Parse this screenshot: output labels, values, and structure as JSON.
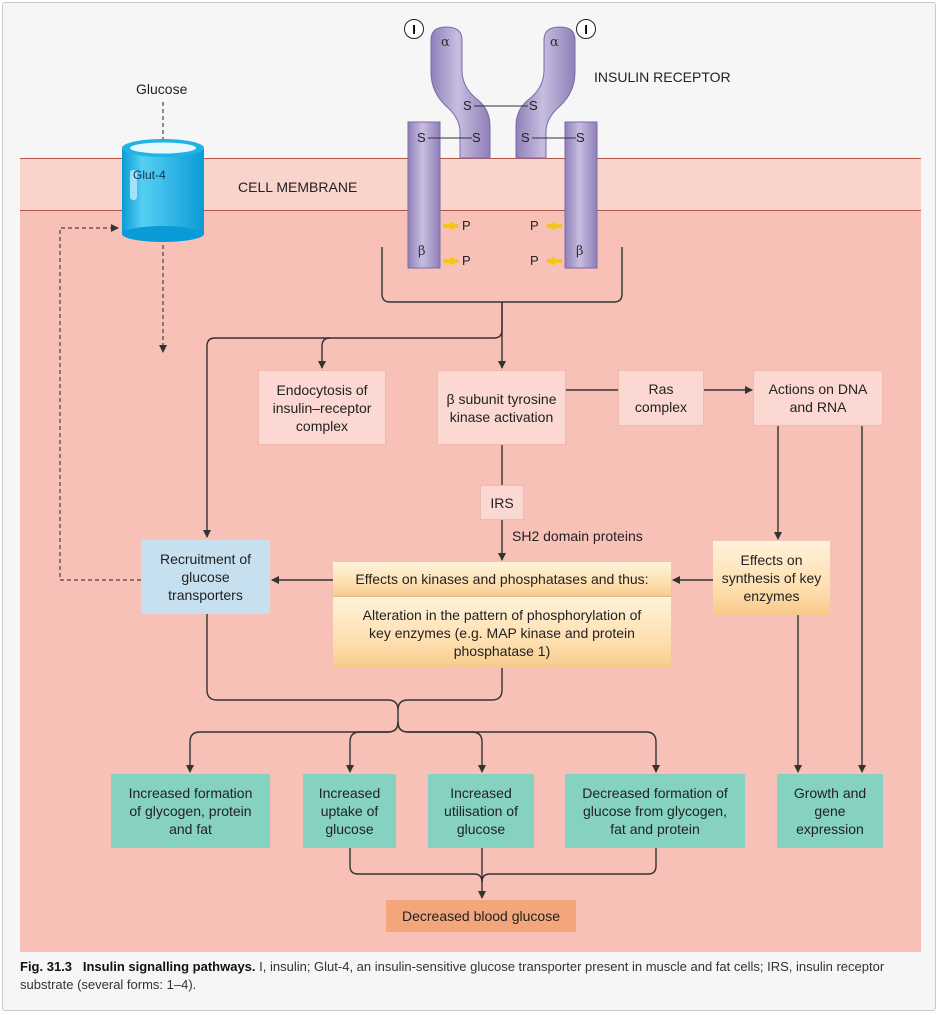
{
  "diagram": {
    "glucose_label": "Glucose",
    "glut4_label": "Glut-4",
    "cell_membrane_label": "CELL MEMBRANE",
    "insulin_receptor_label": "INSULIN RECEPTOR",
    "insulin_symbol": "I",
    "alpha": "α",
    "beta": "β",
    "sulfur": "S",
    "phosphate": "P",
    "boxes": {
      "endocytosis": "Endocytosis of insulin–receptor complex",
      "beta_subunit": "β subunit tyrosine kinase activation",
      "ras": "Ras complex",
      "actions_dna": "Actions on DNA and RNA",
      "irs": "IRS",
      "sh2": "SH2 domain proteins",
      "recruitment": "Recruitment of glucose transporters",
      "effects_kinases": "Effects on kinases and phosphatases and thus:",
      "alteration": "Alteration in the pattern of phosphorylation of key enzymes (e.g. MAP kinase and protein phosphatase 1)",
      "effects_synthesis": "Effects on synthesis of key enzymes",
      "glycogen": "Increased formation of glycogen, protein and fat",
      "uptake": "Increased uptake of glucose",
      "utilisation": "Increased utilisation of glucose",
      "decreased_formation": "Decreased formation of glucose from glycogen, fat and protein",
      "growth": "Growth and gene expression",
      "blood_glucose": "Decreased blood glucose"
    }
  },
  "caption": {
    "fig_label": "Fig. 31.3",
    "title": "Insulin signalling pathways.",
    "text": "I, insulin; Glut-4, an insulin-sensitive glucose transporter present in muscle and fat cells; IRS, insulin receptor substrate (several forms: 1–4)."
  },
  "colors": {
    "cytoplasm": "#f8c1b7",
    "membrane": "#f9d4cd",
    "receptor": "#a99bc9",
    "glut4": "#1fb3e8",
    "teal_box": "#86d2c1",
    "blue_box": "#c6e0ef",
    "orange_box": "#f3a679",
    "phosphate_arrow": "#f5c518"
  }
}
